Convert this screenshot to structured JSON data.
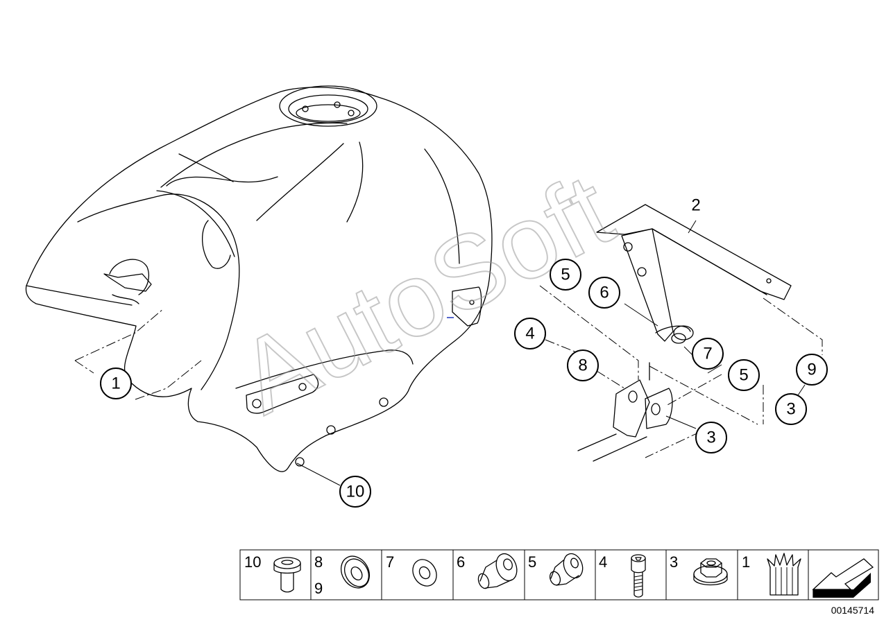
{
  "watermark": "AutoSoft",
  "doc_number": "00145714",
  "callouts": [
    {
      "id": "c1",
      "label": "1"
    },
    {
      "id": "c2",
      "label": "2"
    },
    {
      "id": "c5a",
      "label": "5"
    },
    {
      "id": "c6",
      "label": "6"
    },
    {
      "id": "c4",
      "label": "4"
    },
    {
      "id": "c8",
      "label": "8"
    },
    {
      "id": "c7",
      "label": "7"
    },
    {
      "id": "c5b",
      "label": "5"
    },
    {
      "id": "c9",
      "label": "9"
    },
    {
      "id": "c3a",
      "label": "3"
    },
    {
      "id": "c3b",
      "label": "3"
    },
    {
      "id": "c10",
      "label": "10"
    }
  ],
  "legend": [
    {
      "numbers": [
        "10"
      ],
      "icon": "flanged-bushing-icon"
    },
    {
      "numbers": [
        "8",
        "9"
      ],
      "icon": "rubber-grommet-icon"
    },
    {
      "numbers": [
        "7"
      ],
      "icon": "washer-icon"
    },
    {
      "numbers": [
        "6"
      ],
      "icon": "spacer-sleeve-icon"
    },
    {
      "numbers": [
        "5"
      ],
      "icon": "spacer-sleeve-icon"
    },
    {
      "numbers": [
        "4"
      ],
      "icon": "socket-head-screw-icon"
    },
    {
      "numbers": [
        "3"
      ],
      "icon": "collar-nut-icon"
    },
    {
      "numbers": [
        "1"
      ],
      "icon": "clip-icon"
    },
    {
      "numbers": [],
      "icon": "arrow-icon"
    }
  ]
}
